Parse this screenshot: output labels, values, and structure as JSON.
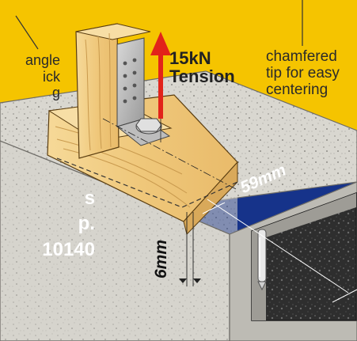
{
  "callouts": {
    "left_lines": [
      "angle",
      "ick",
      "g"
    ],
    "right_lines": [
      "chamfered",
      "tip for easy",
      "centering"
    ]
  },
  "load": {
    "value": "15kN",
    "type": "Tension"
  },
  "panel": {
    "lines": [
      "s",
      "p.",
      "10140"
    ]
  },
  "dimensions": {
    "depth": "59mm",
    "gap": "6mm"
  },
  "colors": {
    "background": "#f5c400",
    "panel": "#16338a",
    "arrow": "#e2231a",
    "timber": "#f1cf88",
    "concrete": "#d6d4ce"
  }
}
